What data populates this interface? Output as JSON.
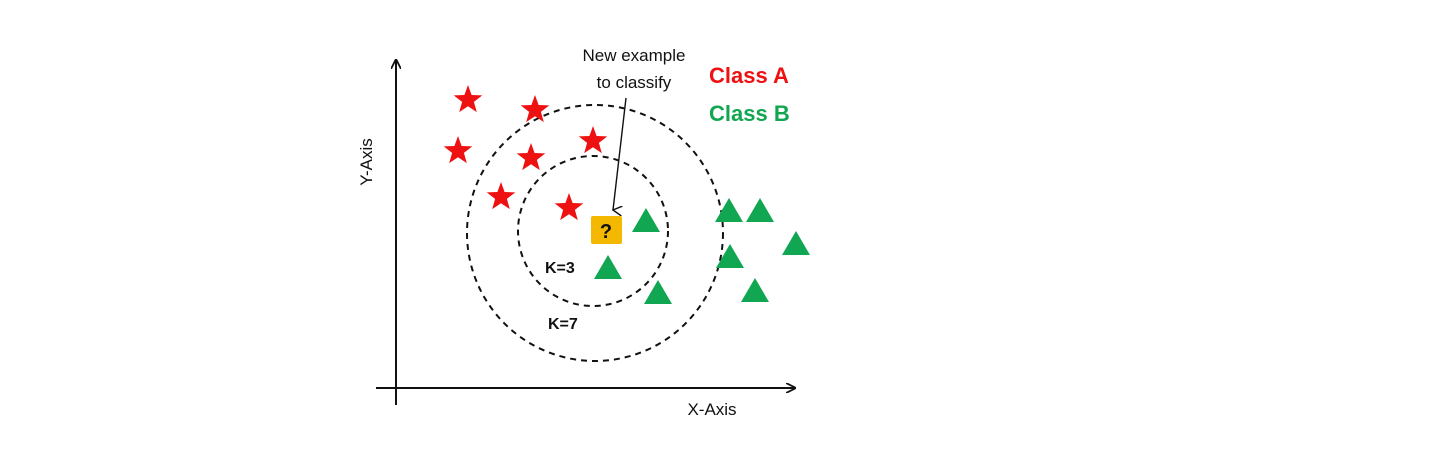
{
  "axes": {
    "x_label": "X-Axis",
    "y_label": "Y-Axis"
  },
  "annotation": {
    "line1": "New example",
    "line2": "to classify"
  },
  "legend": {
    "class_a": "Class A",
    "class_b": "Class B"
  },
  "query_point": {
    "symbol": "?"
  },
  "neighborhoods": {
    "k_inner": "K=3",
    "k_outer": "K=7"
  },
  "colors": {
    "class_a": "#ee1111",
    "class_b": "#11a651",
    "query_fill": "#f5b800",
    "ink": "#111111"
  },
  "icons": {
    "class_a_marker": "star-icon",
    "class_b_marker": "triangle-icon",
    "query_marker": "question-icon"
  }
}
